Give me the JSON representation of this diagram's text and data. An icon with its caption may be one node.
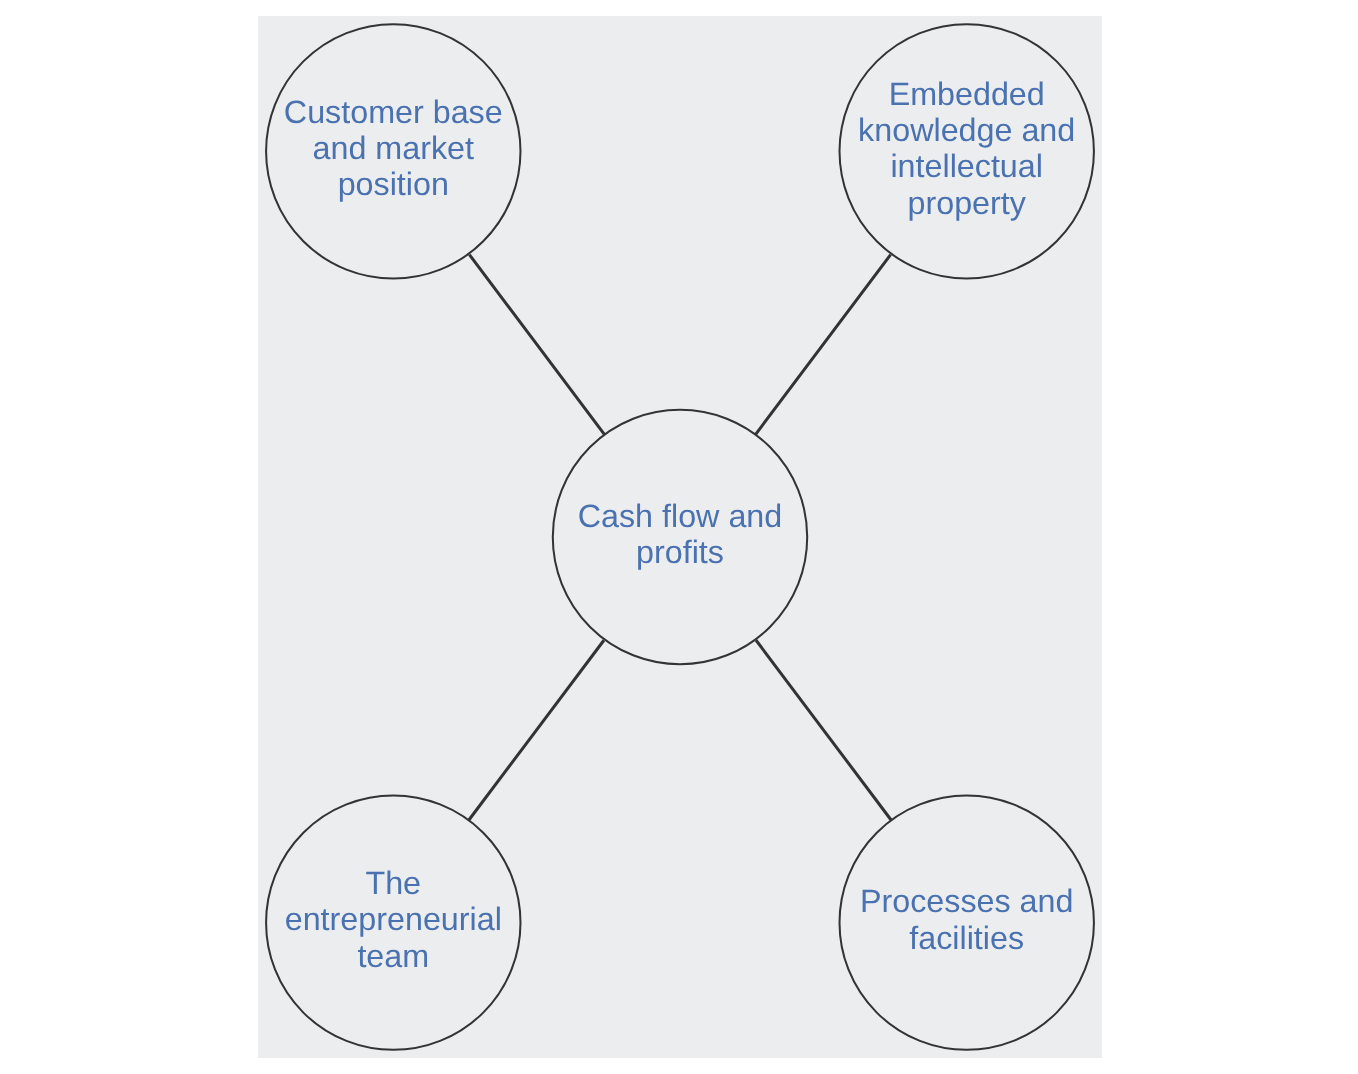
{
  "diagram": {
    "nodes": [
      {
        "text": [
          "Customer base and market position"
        ]
      },
      {
        "text": [
          "Embedded knowledge and intellectual property"
        ]
      },
      {
        "text": [
          "Cash flow and profits"
        ]
      },
      {
        "text": [
          "The entrepreneurial team"
        ]
      },
      {
        "text": [
          "Processes and facilities"
        ]
      }
    ],
    "edges": [
      {
        "from": 0,
        "to": 2,
        "arrow": "none"
      },
      {
        "from": 1,
        "to": 2,
        "arrow": "none"
      },
      {
        "from": 2,
        "to": 3,
        "arrow": "none"
      },
      {
        "from": 2,
        "to": 4,
        "arrow": "none"
      }
    ]
  }
}
